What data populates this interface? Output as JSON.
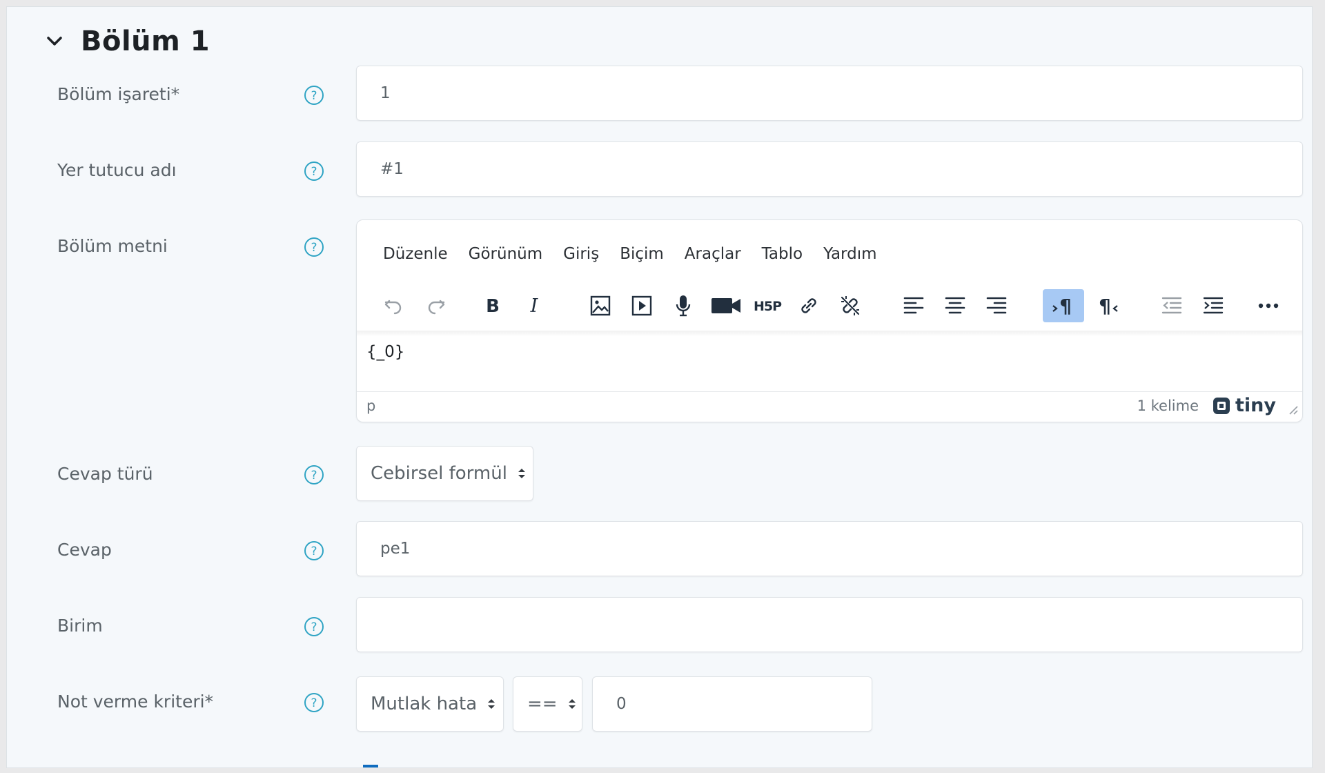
{
  "section": {
    "title": "Bölüm 1"
  },
  "fields": {
    "marker": {
      "label": "Bölüm işareti*",
      "value": "1"
    },
    "placeholder": {
      "label": "Yer tutucu adı",
      "value": "#1"
    },
    "text": {
      "label": "Bölüm metni"
    },
    "answer_type": {
      "label": "Cevap türü",
      "value": "Cebirsel formül"
    },
    "answer": {
      "label": "Cevap",
      "value": "pe1"
    },
    "unit": {
      "label": "Birim",
      "value": ""
    },
    "grading": {
      "label": "Not verme kriteri*",
      "method": "Mutlak hata",
      "operator": "==",
      "value": "0"
    }
  },
  "editor": {
    "menu": [
      "Düzenle",
      "Görünüm",
      "Giriş",
      "Biçim",
      "Araçlar",
      "Tablo",
      "Yardım"
    ],
    "content": "{_0}",
    "path": "p",
    "word_count": "1 kelime",
    "brand": "tiny"
  },
  "colors": {
    "accent": "#0f6cbf",
    "help": "#2fa4c4",
    "active_tool": "#a7c9f4"
  },
  "icons": {
    "toolbar": [
      "undo-icon",
      "redo-icon",
      "bold-icon",
      "italic-icon",
      "image-icon",
      "media-icon",
      "microphone-icon",
      "video-icon",
      "h5p-icon",
      "link-icon",
      "unlink-icon",
      "align-left-icon",
      "align-center-icon",
      "align-right-icon",
      "ltr-icon",
      "rtl-icon",
      "outdent-icon",
      "indent-icon",
      "more-icon"
    ]
  }
}
